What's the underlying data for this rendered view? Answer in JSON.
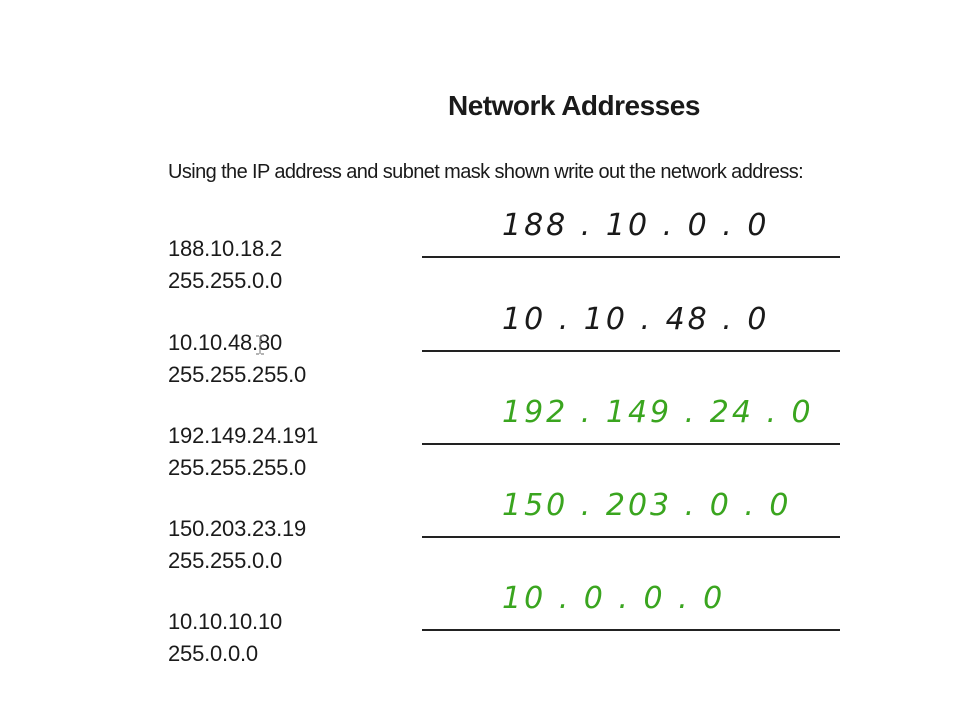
{
  "title": "Network Addresses",
  "instructions": "Using the IP address and subnet mask shown write out the network address:",
  "colors": {
    "ink_black": "#1a1a1a",
    "ink_green": "#3aa51f"
  },
  "problems": [
    {
      "ip": "188.10.18.2",
      "mask": "255.255.0.0",
      "answer": "188 . 10 . 0 . 0",
      "answer_color": "#1a1a1a"
    },
    {
      "ip": "10.10.48.80",
      "mask": "255.255.255.0",
      "answer": "10 . 10 . 48 . 0",
      "answer_color": "#1a1a1a"
    },
    {
      "ip": "192.149.24.191",
      "mask": "255.255.255.0",
      "answer": "192 . 149 . 24 . 0",
      "answer_color": "#3aa51f"
    },
    {
      "ip": "150.203.23.19",
      "mask": "255.255.0.0",
      "answer": "150 . 203 . 0 . 0",
      "answer_color": "#3aa51f"
    },
    {
      "ip": "10.10.10.10",
      "mask": "255.0.0.0",
      "answer": "10 . 0 . 0 . 0",
      "answer_color": "#3aa51f"
    }
  ],
  "cursor": "text-cursor-icon"
}
